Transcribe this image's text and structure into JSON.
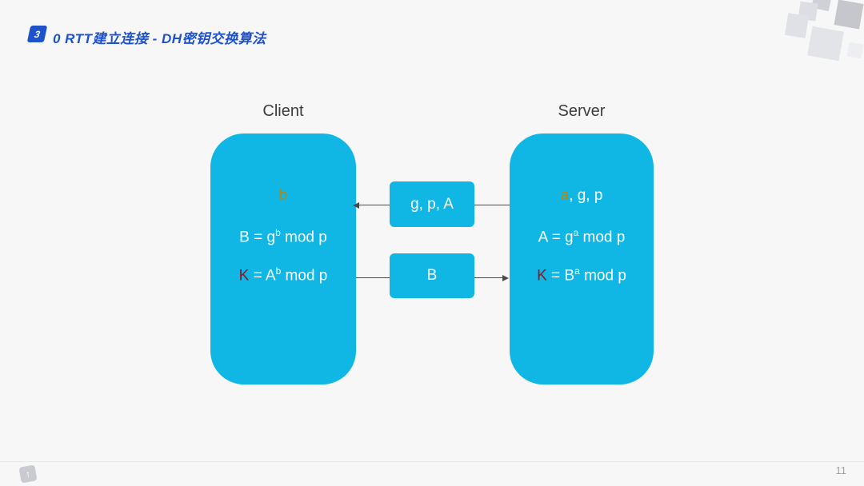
{
  "header": {
    "badge": "3",
    "title": "0 RTT建立连接 - DH密钥交换算法"
  },
  "diagram": {
    "client": {
      "label": "Client",
      "secret": "b",
      "public_formula": {
        "prefix": "B = g",
        "sup": "b",
        "suffix": " mod p"
      },
      "key_formula": {
        "k": "K",
        "prefix": " = A",
        "sup": "b",
        "suffix": " mod p"
      }
    },
    "server": {
      "label": "Server",
      "secret": "a",
      "secret_rest": ", g, p",
      "public_formula": {
        "prefix": "A = g",
        "sup": "a",
        "suffix": " mod p"
      },
      "key_formula": {
        "k": "K",
        "prefix": " = B",
        "sup": "a",
        "suffix": " mod p"
      }
    },
    "messages": [
      {
        "label": "g, p, A",
        "direction": "server-to-client"
      },
      {
        "label": "B",
        "direction": "client-to-server"
      }
    ]
  },
  "footer": {
    "page_number": "11",
    "logo_icon": "↑"
  },
  "colors": {
    "accent_blue": "#1d52cb",
    "box_cyan": "#10b7e4",
    "secret_gold": "#a8891c",
    "key_red": "#8e1626",
    "arrow_gray": "#4a4a4a"
  }
}
